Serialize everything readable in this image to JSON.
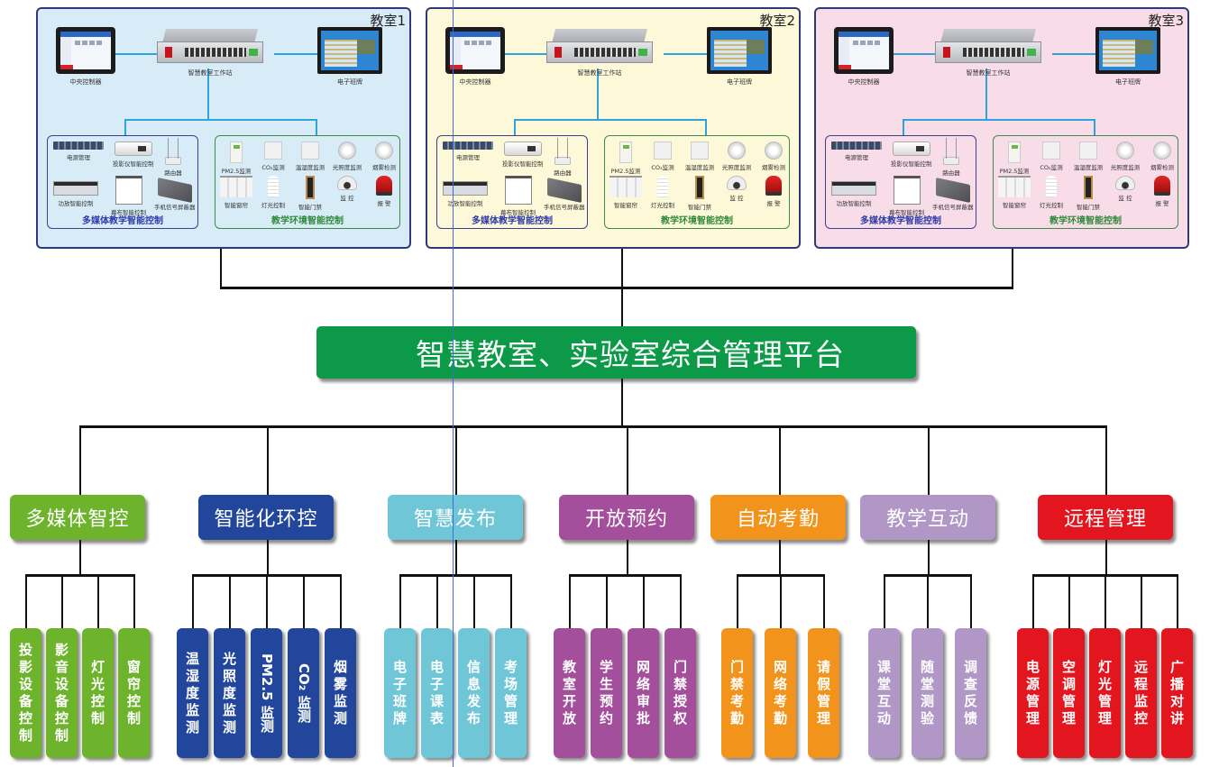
{
  "rooms": [
    {
      "title": "教室1",
      "bg": "#d8ecf8",
      "central_controller": "中央控制器",
      "workstation": "智慧教室工作站",
      "eboard": "电子班牌",
      "multimedia": {
        "title": "多媒体教学智能控制",
        "devices": [
          "电源管理",
          "投影仪智能控制",
          "路由器",
          "功放智能控制",
          "幕布智能控制",
          "手机信号屏蔽器"
        ]
      },
      "environment": {
        "title": "教学环境智能控制",
        "devices": [
          "PM2.5监测",
          "CO₂监测",
          "温湿度监测",
          "光照度监测",
          "烟雾检测",
          "智能窗帘",
          "灯光控制",
          "智能门禁",
          "监 控",
          "报 警"
        ]
      }
    },
    {
      "title": "教室2",
      "bg": "#fdf8d8",
      "central_controller": "中央控制器",
      "workstation": "智慧教室工作站",
      "eboard": "电子班牌",
      "multimedia": {
        "title": "多媒体教学智能控制",
        "devices": [
          "电源管理",
          "投影仪智能控制",
          "路由器",
          "功放智能控制",
          "幕布智能控制",
          "手机信号屏蔽器"
        ]
      },
      "environment": {
        "title": "教学环境智能控制",
        "devices": [
          "PM2.5监测",
          "CO₂监测",
          "温湿度监测",
          "光照度监测",
          "烟雾检测",
          "智能窗帘",
          "灯光控制",
          "智能门禁",
          "监 控",
          "报 警"
        ]
      }
    },
    {
      "title": "教室3",
      "bg": "#f8dde8",
      "central_controller": "中央控制器",
      "workstation": "智慧教室工作站",
      "eboard": "电子班牌",
      "multimedia": {
        "title": "多媒体教学智能控制",
        "devices": [
          "电源管理",
          "投影仪智能控制",
          "路由器",
          "功放智能控制",
          "幕布智能控制",
          "手机信号屏蔽器"
        ]
      },
      "environment": {
        "title": "教学环境智能控制",
        "devices": [
          "PM2.5监测",
          "CO₂监测",
          "温湿度监测",
          "光照度监测",
          "烟雾检测",
          "智能窗帘",
          "灯光控制",
          "智能门禁",
          "监 控",
          "报 警"
        ]
      }
    }
  ],
  "platform": {
    "title": "智慧教室、实验室综合管理平台",
    "color": "#0c9a48"
  },
  "categories": [
    {
      "label": "多媒体智控",
      "color": "#6db32c",
      "items": [
        "投影设备控制",
        "影音设备控制",
        "灯光控制",
        "窗帘控制"
      ]
    },
    {
      "label": "智能化环控",
      "color": "#21469b",
      "items": [
        "温湿度监测",
        "光照度监测",
        "PM2.5 监测",
        "CO₂ 监测",
        "烟雾监测"
      ]
    },
    {
      "label": "智慧发布",
      "color": "#6ec6d6",
      "items": [
        "电子班牌",
        "电子课表",
        "信息发布",
        "考场管理"
      ]
    },
    {
      "label": "开放预约",
      "color": "#a44f9c",
      "items": [
        "教室开放",
        "学生预约",
        "网络审批",
        "门禁授权"
      ]
    },
    {
      "label": "自动考勤",
      "color": "#f2941c",
      "items": [
        "门禁考勤",
        "网络考勤",
        "请假管理"
      ]
    },
    {
      "label": "教学互动",
      "color": "#b197c6",
      "items": [
        "课堂互动",
        "随堂测验",
        "调查反馈"
      ]
    },
    {
      "label": "远程管理",
      "color": "#e3161f",
      "items": [
        "电源管理",
        "空调管理",
        "灯光管理",
        "远程监控",
        "广播对讲"
      ]
    }
  ]
}
